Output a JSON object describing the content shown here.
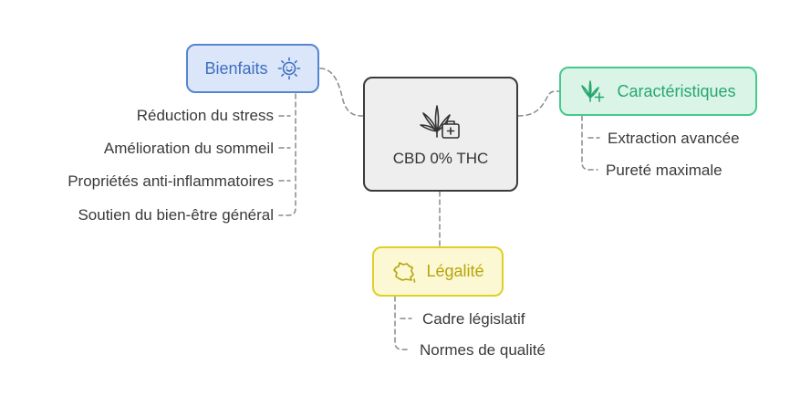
{
  "center": {
    "label": "CBD 0% THC",
    "icon": "cannabis-medkit-icon"
  },
  "branches": {
    "benefits": {
      "label": "Bienfaits",
      "icon": "sun-icon",
      "color": "#5585cf",
      "items": [
        "Réduction du stress",
        "Amélioration du sommeil",
        "Propriétés anti-inflammatoires",
        "Soutien du bien-être général"
      ]
    },
    "features": {
      "label": "Caractéristiques",
      "icon": "cannabis-plus-icon",
      "color": "#47c98d",
      "items": [
        "Extraction avancée",
        "Pureté maximale"
      ]
    },
    "legal": {
      "label": "Légalité",
      "icon": "france-map-icon",
      "color": "#e0cf24",
      "items": [
        "Cadre législatif",
        "Normes de qualité"
      ]
    }
  }
}
